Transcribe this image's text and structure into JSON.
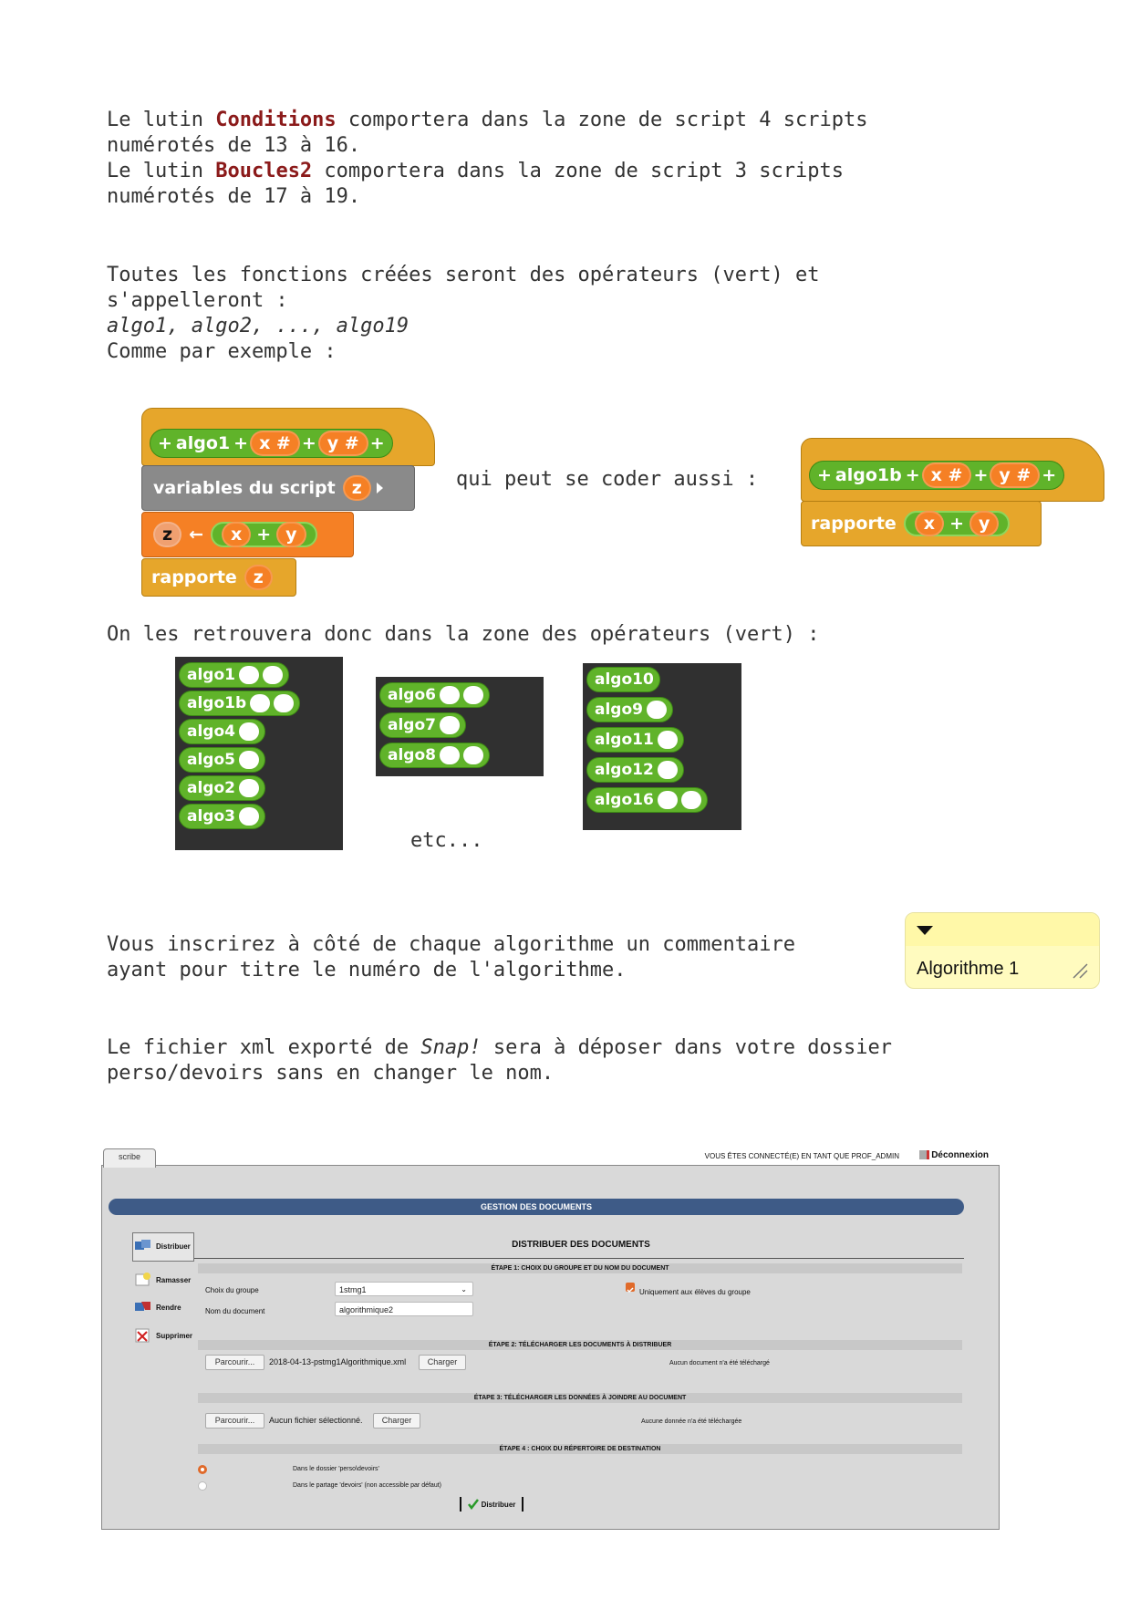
{
  "paragraphs": {
    "p1_pre": "Le lutin ",
    "p1_name": "Conditions",
    "p1_post": " comportera dans la zone de script 4 scripts",
    "p1_line2": "numérotés de 13 à 16.",
    "p2_pre": "Le lutin ",
    "p2_name": "Boucles2",
    "p2_post": " comportera dans la zone de script 3 scripts",
    "p2_line2": "numérotés de 17 à 19.",
    "p3_line1": "Toutes les fonctions créées seront des opérateurs (vert) et",
    "p3_line2": "s'appelleront :",
    "p3_line3": "algo1, algo2, ..., algo19",
    "p3_line4": "Comme par exemple :",
    "middle": "qui peut se coder aussi :",
    "p4": "On les retrouvera donc dans la zone des opérateurs (vert) :",
    "etc": "etc...",
    "p5_line1": "Vous inscrirez à côté de chaque algorithme un commentaire",
    "p5_line2": "ayant pour titre le numéro de l'algorithme.",
    "p6_l1_pre": "Le fichier xml exporté de ",
    "p6_l1_snap": "Snap!",
    "p6_l1_post": " sera à déposer dans votre dossier",
    "p6_line2": "perso/devoirs sans en changer le nom."
  },
  "block_left": {
    "name": "algo1",
    "plus": "+",
    "param_x": "x #",
    "param_y": "y #",
    "vars_label": "variables du script",
    "var_z": "z",
    "assign_target": "z",
    "arrow": "←",
    "expr_x": "x",
    "expr_plus": "+",
    "expr_y": "y",
    "report_label": "rapporte",
    "report_var": "z"
  },
  "block_right": {
    "name": "algo1b",
    "plus": "+",
    "param_x": "x #",
    "param_y": "y #",
    "report_label": "rapporte",
    "expr_x": "x",
    "expr_plus": "+",
    "expr_y": "y"
  },
  "palettes": [
    {
      "items": [
        {
          "label": "algo1",
          "slots": 2
        },
        {
          "label": "algo1b",
          "slots": 2
        },
        {
          "label": "algo4",
          "slots": 1
        },
        {
          "label": "algo5",
          "slots": 1
        },
        {
          "label": "algo2",
          "slots": 1
        },
        {
          "label": "algo3",
          "slots": 1
        }
      ]
    },
    {
      "items": [
        {
          "label": "algo6",
          "slots": 2
        },
        {
          "label": "algo7",
          "slots": 1
        },
        {
          "label": "algo8",
          "slots": 2
        }
      ]
    },
    {
      "items": [
        {
          "label": "algo10",
          "slots": 0
        },
        {
          "label": "algo9",
          "slots": 1
        },
        {
          "label": "algo11",
          "slots": 1
        },
        {
          "label": "algo12",
          "slots": 1
        },
        {
          "label": "algo16",
          "slots": 2
        }
      ]
    }
  ],
  "comment": {
    "title": "Algorithme 1"
  },
  "scribe": {
    "tab": "scribe",
    "user_info": "VOUS ÊTES CONNECTÉ(E) EN TANT QUE PROF_ADMIN",
    "logout": "Déconnexion",
    "section_title": "GESTION DES DOCUMENTS",
    "sidebar": [
      "Distribuer",
      "Ramasser",
      "Rendre",
      "Supprimer"
    ],
    "page_title": "DISTRIBUER DES DOCUMENTS",
    "step1": "ÉTAPE 1: CHOIX DU GROUPE ET DU NOM DU DOCUMENT",
    "group_label": "Choix du groupe",
    "group_value": "1stmg1",
    "only_members": "Uniquement aux élèves du groupe",
    "doc_label": "Nom du document",
    "doc_value": "algorithmique2",
    "step2": "ÉTAPE 2: TÉLÉCHARGER LES DOCUMENTS À DISTRIBUER",
    "browse": "Parcourir...",
    "file1": "2018-04-13-pstmg1Algorithmique.xml",
    "load": "Charger",
    "no_doc": "Aucun document n'a été téléchargé",
    "step3": "ÉTAPE 3: TÉLÉCHARGER LES DONNÉES À JOINDRE AU DOCUMENT",
    "file2": "Aucun fichier sélectionné.",
    "no_data": "Aucune donnée n'a été téléchargée",
    "step4": "ÉTAPE 4 : CHOIX DU RÉPERTOIRE DE DESTINATION",
    "dest1": "Dans le dossier 'perso\\devoirs'",
    "dest2": "Dans le partage 'devoirs' (non accessible par défaut)",
    "submit": "Distribuer"
  },
  "colors": {
    "accent_red": "#8b1a1a",
    "snap_green": "#60b32a",
    "snap_orange": "#f58025",
    "snap_gold": "#e6a62b",
    "scribe_blue": "#3e5b87"
  }
}
